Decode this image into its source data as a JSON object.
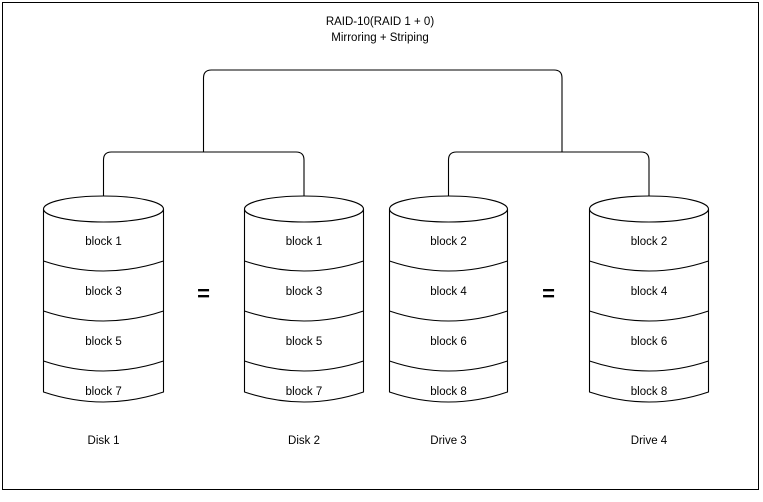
{
  "diagram": {
    "title_line1": "RAID-10(RAID 1 + 0)",
    "title_line2": "Mirroring + Striping",
    "equals_symbol": "=",
    "colors": {
      "stroke": "#000000",
      "background": "#ffffff"
    },
    "mirror_pairs": [
      {
        "label": "=",
        "disks": [
          "Disk 1",
          "Disk 2"
        ]
      },
      {
        "label": "=",
        "disks": [
          "Drive 3",
          "Drive 4"
        ]
      }
    ],
    "disks": [
      {
        "label": "Disk 1",
        "blocks": [
          "block 1",
          "block 3",
          "block 5",
          "block 7"
        ]
      },
      {
        "label": "Disk 2",
        "blocks": [
          "block 1",
          "block 3",
          "block 5",
          "block 7"
        ]
      },
      {
        "label": "Drive 3",
        "blocks": [
          "block 2",
          "block 4",
          "block 6",
          "block 8"
        ]
      },
      {
        "label": "Drive 4",
        "blocks": [
          "block 2",
          "block 4",
          "block 6",
          "block 8"
        ]
      }
    ]
  }
}
